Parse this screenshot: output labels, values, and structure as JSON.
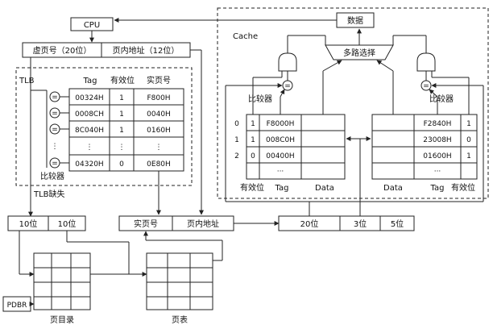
{
  "cpu": "CPU",
  "va": {
    "vpn": "虚页号（20位）",
    "offset": "页内地址（12位）"
  },
  "tlb": {
    "title": "TLB",
    "headers": {
      "tag": "Tag",
      "valid": "有效位",
      "ppn": "实页号"
    },
    "rows": [
      {
        "tag": "00324H",
        "valid": "1",
        "ppn": "F800H"
      },
      {
        "tag": "0008CH",
        "valid": "1",
        "ppn": "0040H"
      },
      {
        "tag": "8C040H",
        "valid": "1",
        "ppn": "0160H"
      },
      {
        "tag": "⋮",
        "valid": "⋮",
        "ppn": "⋮"
      },
      {
        "tag": "04320H",
        "valid": "0",
        "ppn": "0E80H"
      }
    ],
    "comparator": "比较器",
    "eq": "=",
    "dots": "⋮",
    "miss": "TLB缺失"
  },
  "pt_index": {
    "first": "10位",
    "second": "10位"
  },
  "pa": {
    "ppn": "实页号",
    "offset": "页内地址"
  },
  "split": {
    "tag": "20位",
    "index": "3位",
    "block": "5位"
  },
  "pdbr": "PDBR",
  "page_dir": "页目录",
  "page_table": "页表",
  "cache": {
    "title": "Cache",
    "data_out": "数据",
    "mux": "多路选择",
    "comparator": "比较器",
    "eq": "=",
    "left": {
      "rows": [
        {
          "idx": "0",
          "valid": "1",
          "tag": "F8000H"
        },
        {
          "idx": "1",
          "valid": "1",
          "tag": "008C0H"
        },
        {
          "idx": "2",
          "valid": "0",
          "tag": "00400H"
        },
        {
          "idx": "",
          "valid": "",
          "tag": "···"
        }
      ],
      "labels": {
        "valid": "有效位",
        "tag": "Tag",
        "data": "Data"
      }
    },
    "right": {
      "rows": [
        {
          "tag": "F2840H",
          "valid": "1"
        },
        {
          "tag": "23008H",
          "valid": "0"
        },
        {
          "tag": "01600H",
          "valid": "1"
        },
        {
          "tag": "···",
          "valid": ""
        }
      ],
      "labels": {
        "data": "Data",
        "tag": "Tag",
        "valid": "有效位"
      }
    }
  }
}
